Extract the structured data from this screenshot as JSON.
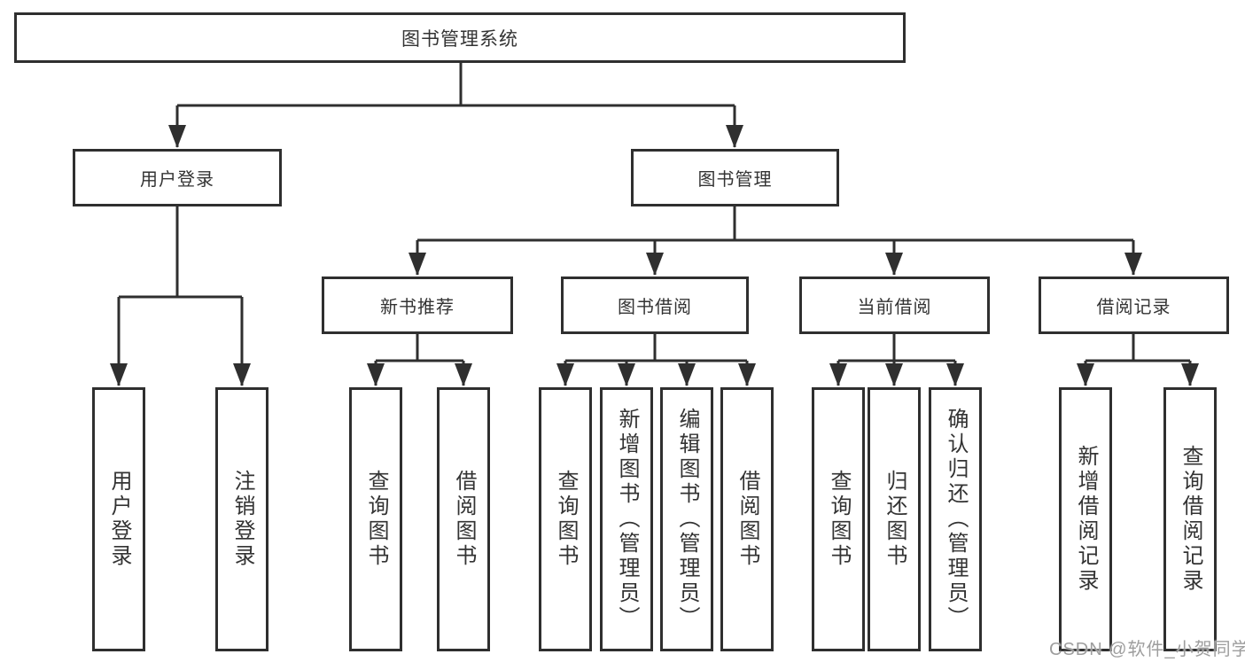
{
  "diagram": {
    "root": "图书管理系统",
    "level2": [
      "用户登录",
      "图书管理"
    ],
    "level3": [
      "新书推荐",
      "图书借阅",
      "当前借阅",
      "借阅记录"
    ],
    "leaves": {
      "user_login": [
        "用户登录",
        "注销登录"
      ],
      "new_book_recommend": [
        "查询图书",
        "借阅图书"
      ],
      "book_borrow": [
        "查询图书",
        "新增图书（管理员）",
        "编辑图书（管理员）",
        "借阅图书"
      ],
      "current_borrow": [
        "查询图书",
        "归还图书",
        "确认归还（管理员）"
      ],
      "borrow_records": [
        "新增借阅记录",
        "查询借阅记录"
      ]
    },
    "watermark": "CSDN @软件_小贺同学",
    "colors": {
      "line": "#2f2f2f",
      "text": "#333333",
      "background": "#ffffff",
      "watermark": "#9e9e9e"
    }
  }
}
